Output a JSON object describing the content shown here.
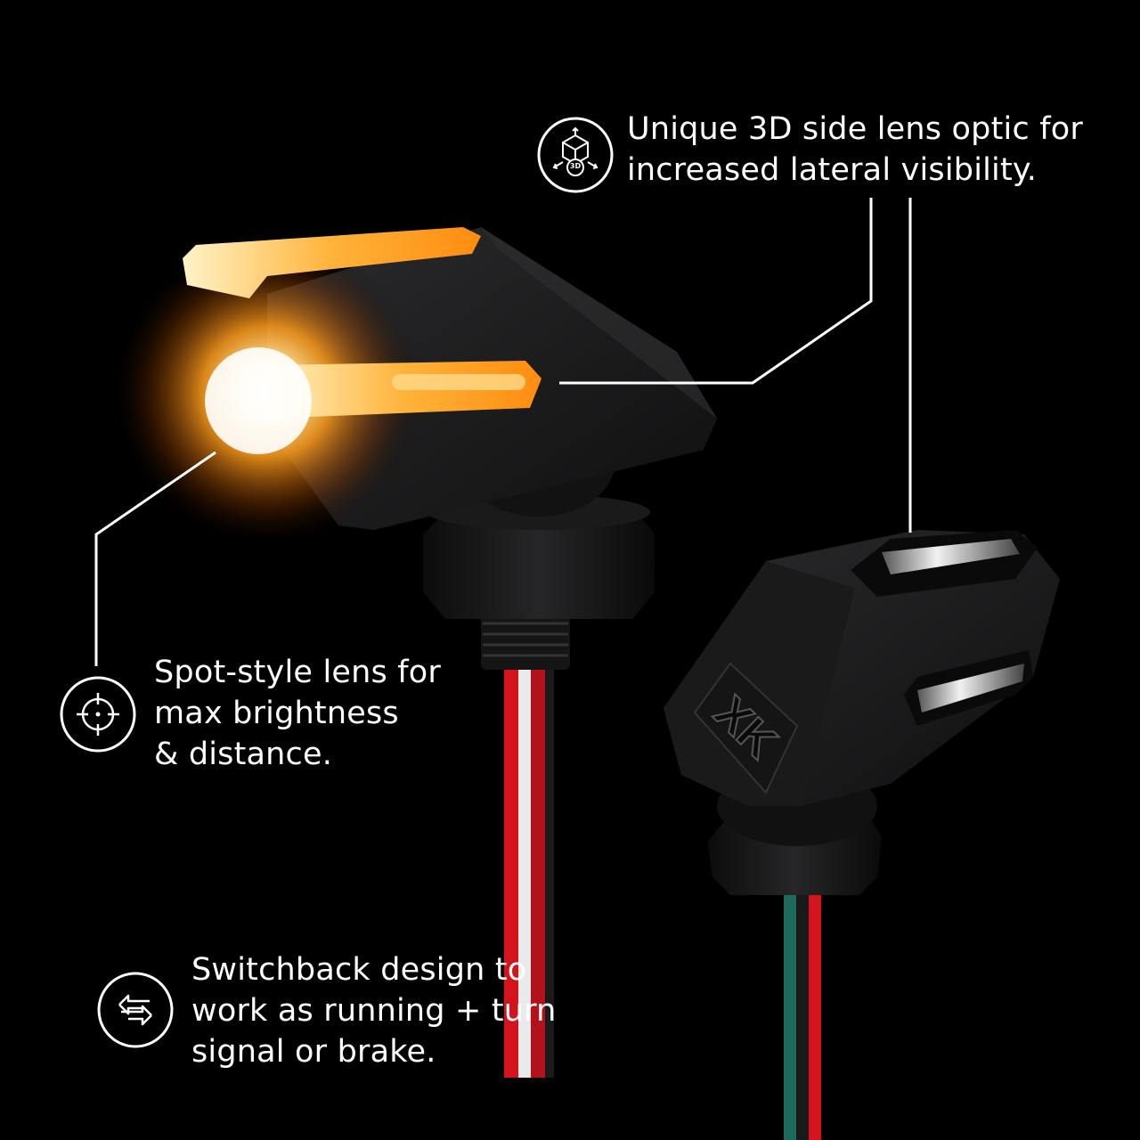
{
  "features": {
    "side_lens": {
      "icon": "3d-cube-icon",
      "icon_label": "3D",
      "lines": [
        "Unique 3D side lens optic for",
        "increased lateral visibility."
      ]
    },
    "spot_lens": {
      "icon": "crosshair-target-icon",
      "lines": [
        "Spot-style lens for",
        "max brightness",
        "& distance."
      ]
    },
    "switchback": {
      "icon": "bidirectional-arrows-icon",
      "lines": [
        "Switchback design to",
        "work as running + turn",
        "signal or brake."
      ]
    }
  },
  "product": {
    "logo_text": "XK",
    "glow_color": "#ffa21a",
    "body_color": "#1d1d1f",
    "wire_colors": [
      "#d4141c",
      "#e8e8e8",
      "#2a2a2a"
    ]
  }
}
